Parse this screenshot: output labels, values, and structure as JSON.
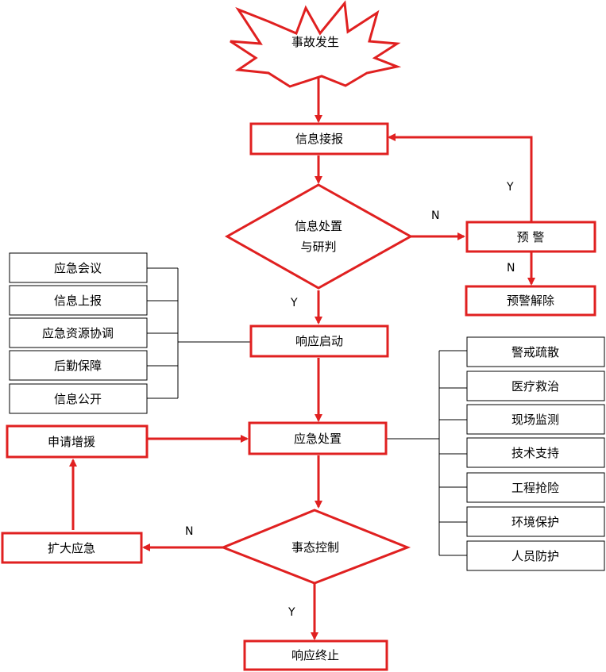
{
  "colors": {
    "accent": "#e02020",
    "line": "#000000",
    "text": "#000000",
    "background": "#ffffff"
  },
  "nodes": {
    "accident": "事故发生",
    "info_report": "信息接报",
    "judge_line1": "信息处置",
    "judge_line2": "与研判",
    "warning": "预 警",
    "warning_lift": "预警解除",
    "response_start": "响应启动",
    "emergency_handle": "应急处置",
    "state_control": "事态控制",
    "expand": "扩大应急",
    "reinforce": "申请增援",
    "terminate": "响应终止"
  },
  "left_items": [
    "应急会议",
    "信息上报",
    "应急资源协调",
    "后勤保障",
    "信息公开"
  ],
  "right_items": [
    "警戒疏散",
    "医疗救治",
    "现场监测",
    "技术支持",
    "工程抢险",
    "环境保护",
    "人员防护"
  ],
  "edge_labels": {
    "judge_no": "N",
    "judge_yes": "Y",
    "warning_yes": "Y",
    "warning_no": "N",
    "control_no": "N",
    "control_yes": "Y"
  }
}
